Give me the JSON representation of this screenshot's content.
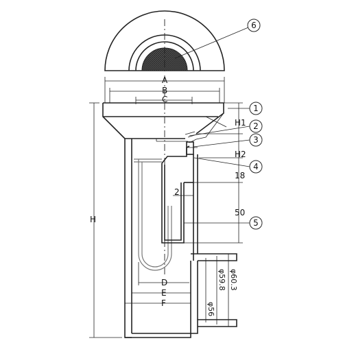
{
  "dimensions": {
    "A": "A",
    "B": "B",
    "C": "C",
    "D": "D",
    "E": "E",
    "F": "F",
    "H": "H",
    "H1": "H1",
    "H2": "H2",
    "d18": "18",
    "d2": "2",
    "d50": "50",
    "phi603": "φ60.3",
    "phi598": "φ59.8",
    "phi56": "φ56"
  },
  "callouts": [
    "1",
    "2",
    "3",
    "4",
    "5",
    "6"
  ],
  "colors": {
    "line": "#222222",
    "mesh": "#444444"
  }
}
